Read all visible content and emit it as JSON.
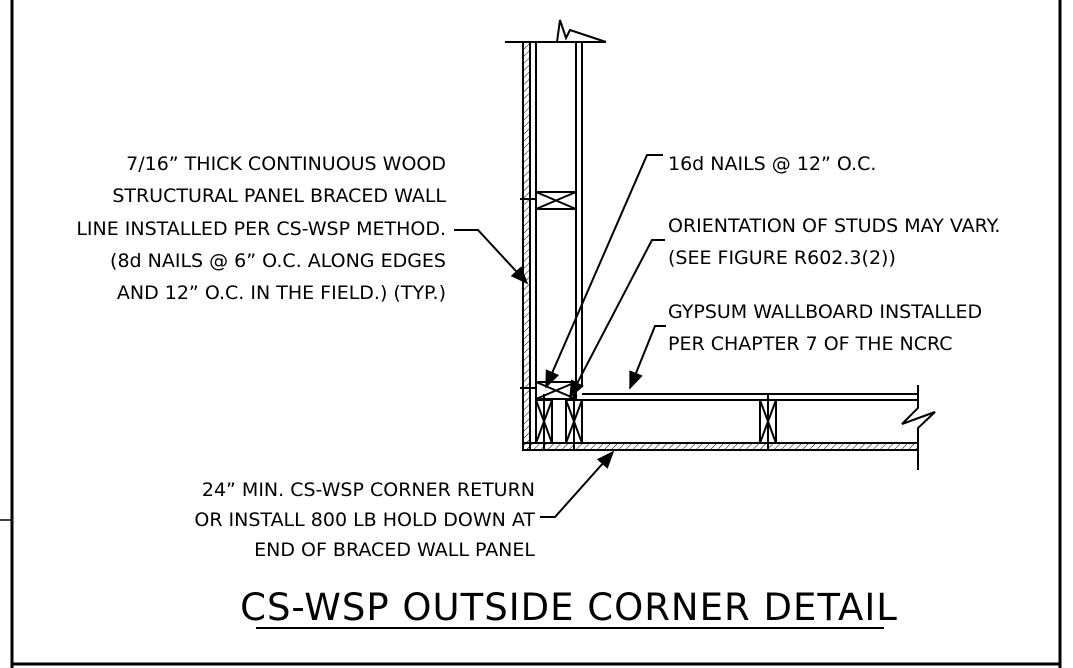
{
  "detail": {
    "title": "CS-WSP OUTSIDE CORNER DETAIL",
    "notes": {
      "wood_panel": [
        "7/16” THICK CONTINUOUS WOOD",
        "STRUCTURAL PANEL BRACED WALL",
        "LINE INSTALLED PER CS-WSP METHOD.",
        "(8d NAILS @ 6” O.C. ALONG EDGES",
        "AND 12” O.C. IN THE FIELD.) (TYP.)"
      ],
      "nails": "16d NAILS @ 12” O.C.",
      "orientation": [
        "ORIENTATION OF STUDS MAY VARY.",
        "(SEE FIGURE R602.3(2))"
      ],
      "gypsum": [
        "GYPSUM WALLBOARD INSTALLED",
        "PER CHAPTER 7 OF THE NCRC"
      ],
      "corner_return": [
        "24” MIN. CS-WSP CORNER RETURN",
        "OR INSTALL 800 LB HOLD DOWN AT",
        "END OF BRACED WALL PANEL"
      ]
    }
  },
  "colors": {
    "line": "#000000",
    "background": "#ffffff"
  }
}
